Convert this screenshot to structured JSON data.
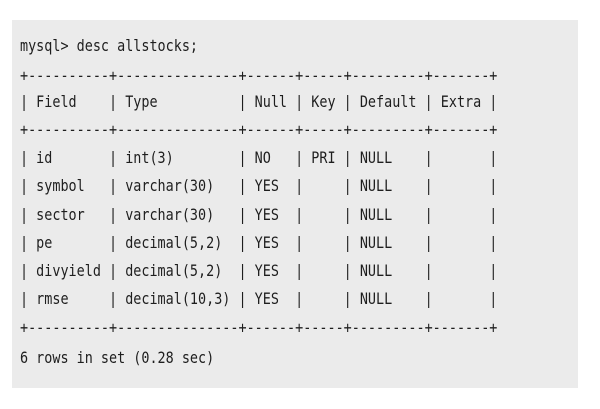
{
  "terminal": {
    "prompt_line": "mysql> desc allstocks;",
    "border_line": "+----------+---------------+------+-----+---------+-------+",
    "header_row": "| Field    | Type          | Null | Key | Default | Extra |",
    "rows": [
      "| id       | int(3)        | NO   | PRI | NULL    |       |",
      "| symbol   | varchar(30)   | YES  |     | NULL    |       |",
      "| sector   | varchar(30)   | YES  |     | NULL    |       |",
      "| pe       | decimal(5,2)  | YES  |     | NULL    |       |",
      "| divyield | decimal(5,2)  | YES  |     | NULL    |       |",
      "| rmse     | decimal(10,3) | YES  |     | NULL    |       |"
    ],
    "summary_line": "6 rows in set (0.28 sec)"
  }
}
